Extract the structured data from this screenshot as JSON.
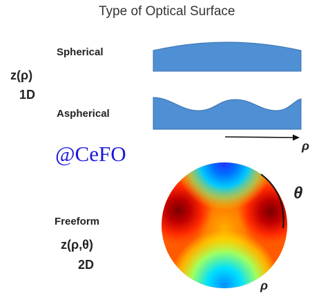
{
  "title": "Type of Optical Surface",
  "surfaces_1d": {
    "formula": "z(ρ)",
    "dimension": "1D",
    "spherical_label": "Spherical",
    "aspherical_label": "Aspherical"
  },
  "axis_rho_label": "ρ",
  "watermark": "@CeFO",
  "freeform": {
    "label": "Freeform",
    "formula": "z(ρ,θ)",
    "dimension": "2D",
    "theta_label": "θ",
    "rho_label": "ρ"
  },
  "colors": {
    "surface_fill": "#4f8fd3",
    "surface_edge": "#3a72b0",
    "watermark": "#1a1adb"
  }
}
